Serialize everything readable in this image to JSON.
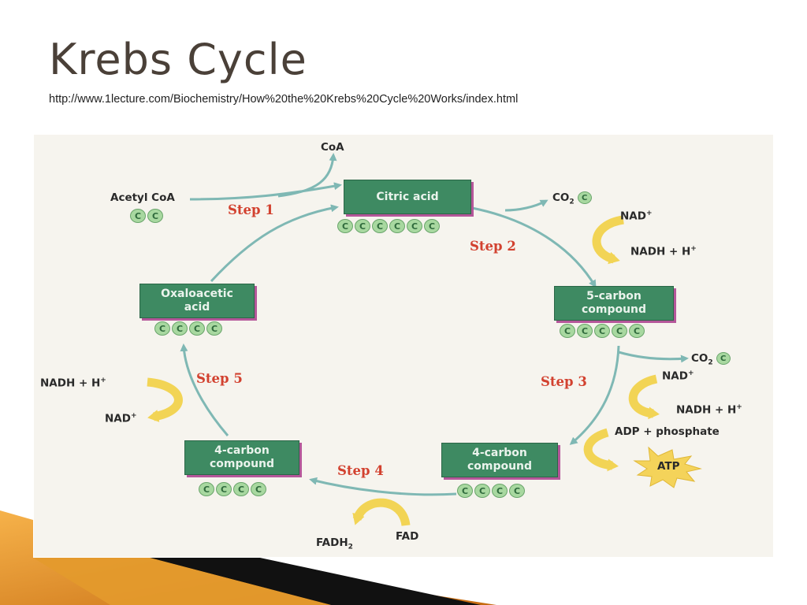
{
  "slide": {
    "title": "Krebs Cycle",
    "url": "http://www.1lecture.com/Biochemistry/How%20the%20Krebs%20Cycle%20Works/index.html"
  },
  "diagram": {
    "compounds": {
      "citric": {
        "label": "Citric acid",
        "carbons": 6
      },
      "five_carbon": {
        "label": "5-carbon\ncompound",
        "carbons": 5
      },
      "four_carbon_right": {
        "label": "4-carbon\ncompound",
        "carbons": 4
      },
      "four_carbon_left": {
        "label": "4-carbon\ncompound",
        "carbons": 4
      },
      "oxaloacetic": {
        "label": "Oxaloacetic\nacid",
        "carbons": 4
      }
    },
    "acetyl": {
      "label": "Acetyl CoA",
      "carbons": 2
    },
    "carbon_symbol": "C",
    "steps": {
      "s1": "Step 1",
      "s2": "Step 2",
      "s3": "Step 3",
      "s4": "Step 4",
      "s5": "Step 5"
    },
    "molecules": {
      "coa": "CoA",
      "co2_base": "CO",
      "co2_sub": "2",
      "nad_base": "NAD",
      "plus": "+",
      "nadh_base": "NADH + H",
      "adp_phosphate": "ADP + phosphate",
      "atp": "ATP",
      "fad": "FAD",
      "fadh_base": "FADH",
      "fadh_sub": "2"
    },
    "colors": {
      "box": "#3e8a62",
      "arrow": "#7fb8b4",
      "step_text": "#d2412f",
      "side_arrow": "#f2d455"
    }
  }
}
